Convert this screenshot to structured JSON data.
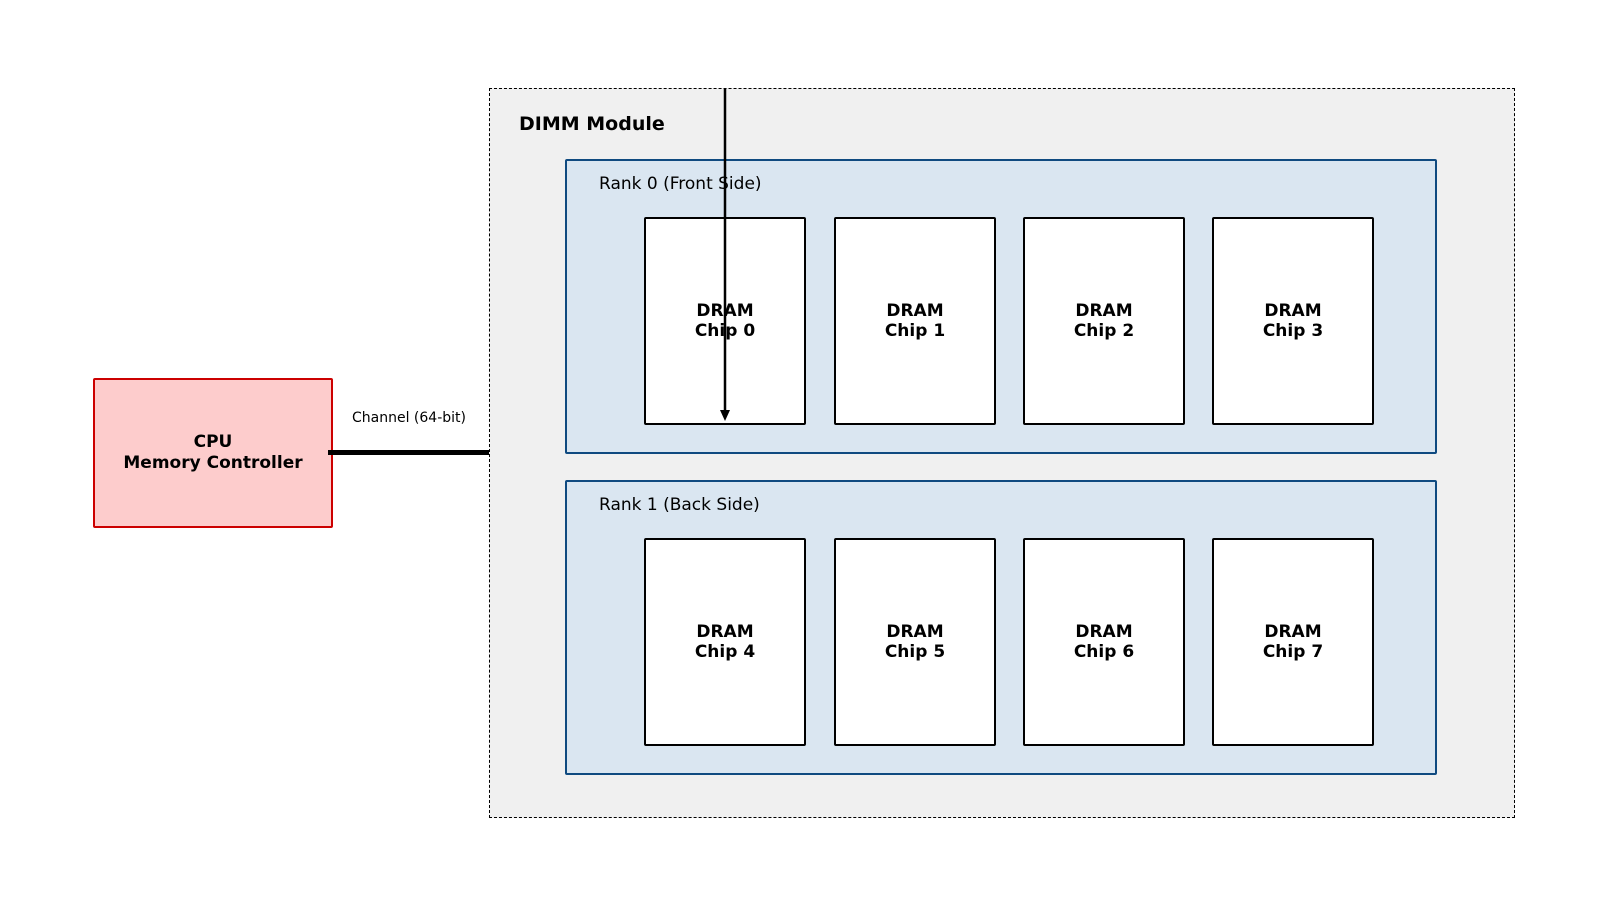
{
  "cpu": {
    "label": "CPU\nMemory Controller",
    "fill_color": "#fdcccc",
    "border_color": "#cc0000"
  },
  "channel": {
    "label": "Channel (64-bit)"
  },
  "dimm": {
    "title": "DIMM Module",
    "fill_color": "#f0f0f0"
  },
  "ranks": [
    {
      "label": "Rank 0 (Front Side)",
      "chips": [
        "DRAM\nChip 0",
        "DRAM\nChip 1",
        "DRAM\nChip 2",
        "DRAM\nChip 3"
      ]
    },
    {
      "label": "Rank 1 (Back Side)",
      "chips": [
        "DRAM\nChip 4",
        "DRAM\nChip 5",
        "DRAM\nChip 6",
        "DRAM\nChip 7"
      ]
    }
  ],
  "colors": {
    "rank_fill": "#dae6f1",
    "rank_border": "#0f4a80",
    "chip_fill": "#ffffff"
  }
}
